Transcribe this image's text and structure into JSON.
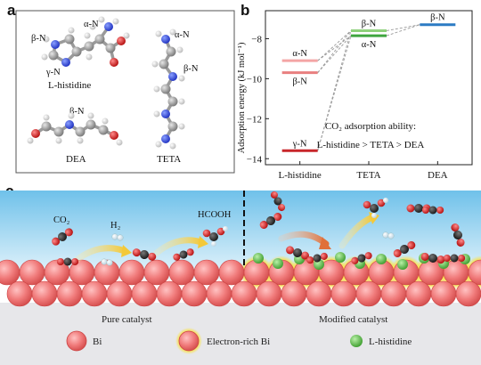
{
  "panels": {
    "a": "a",
    "b": "b",
    "c": "c"
  },
  "panel_a": {
    "molecules": [
      {
        "name": "L-histidine",
        "sites": [
          "β-N",
          "α-N",
          "γ-N"
        ]
      },
      {
        "name": "DEA",
        "sites": [
          "β-N"
        ]
      },
      {
        "name": "TETA",
        "sites": [
          "α-N",
          "β-N"
        ]
      }
    ]
  },
  "chart_data": {
    "type": "energy-level",
    "categories": [
      "L-histidine",
      "TETA",
      "DEA"
    ],
    "ylabel": "Adsorption energy (kJ mol⁻¹)",
    "ylim": [
      -14.3,
      -6.6
    ],
    "yticks": [
      -14,
      -12,
      -10,
      -8
    ],
    "levels": [
      {
        "category": "L-histidine",
        "label": "α-N",
        "value": -9.1,
        "color": "#f4a5a5"
      },
      {
        "category": "L-histidine",
        "label": "β-N",
        "value": -9.7,
        "color": "#e87f7f"
      },
      {
        "category": "L-histidine",
        "label": "γ-N",
        "value": -13.6,
        "color": "#c8262a"
      },
      {
        "category": "TETA",
        "label": "β-N",
        "value": -7.6,
        "color": "#8ed17a"
      },
      {
        "category": "TETA",
        "label": "α-N",
        "value": -7.85,
        "color": "#3fa53f"
      },
      {
        "category": "DEA",
        "label": "β-N",
        "value": -7.3,
        "color": "#2c7bc4"
      }
    ],
    "annotation": {
      "line1": "CO₂ adsorption ability:",
      "line2": "L-histidine > TETA > DEA"
    }
  },
  "panel_c": {
    "labels": {
      "co2": "CO₂",
      "h2": "H₂",
      "hcooh": "HCOOH",
      "pure": "Pure catalyst",
      "modified": "Modified catalyst"
    },
    "legend": [
      {
        "label": "Bi",
        "icon": "bi-atom-icon"
      },
      {
        "label": "Electron-rich Bi",
        "icon": "electron-rich-bi-icon"
      },
      {
        "label": "L-histidine",
        "icon": "l-histidine-icon"
      }
    ],
    "colors": {
      "bi": "#f07a7a",
      "bi_edge": "#d24a4a",
      "glow": "#f9e24a",
      "histidine": "#5cc24a",
      "sky_top": "#6fc1ea",
      "sky_bottom": "#e9f6fc"
    }
  }
}
